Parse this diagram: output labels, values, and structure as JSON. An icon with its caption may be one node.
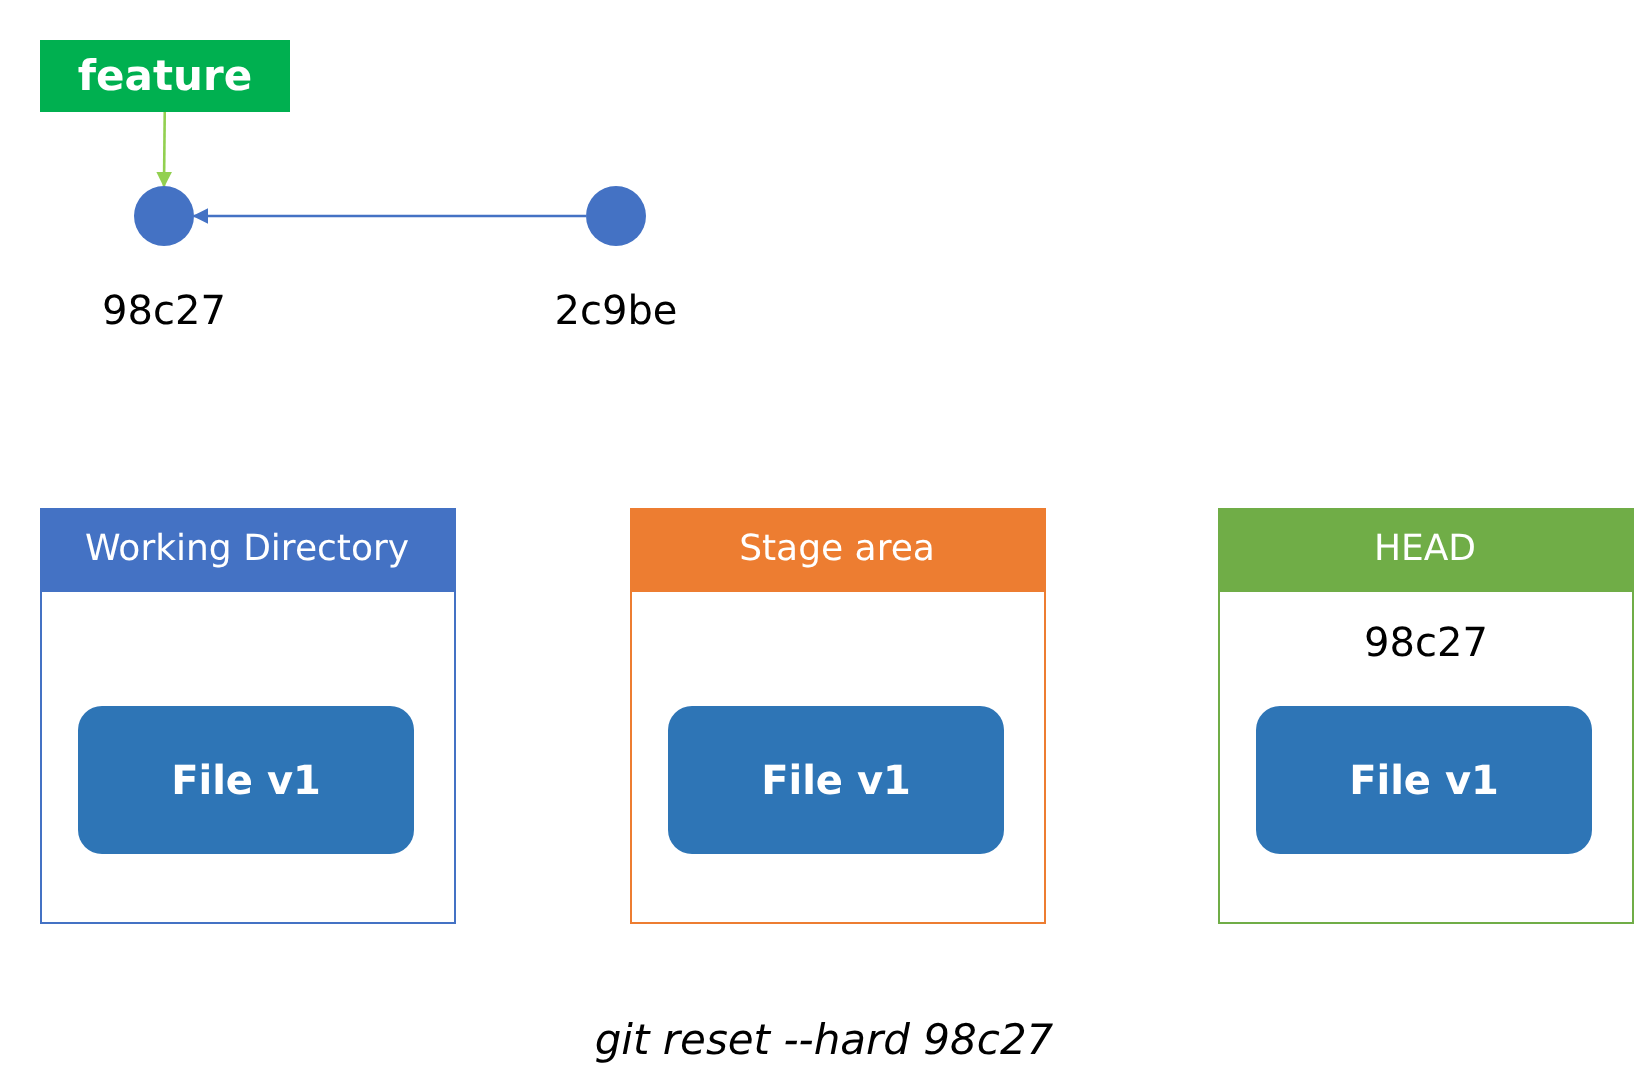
{
  "diagram": {
    "caption": "git reset --hard 98c27",
    "nodes": [
      {
        "text": [
          "feature"
        ]
      },
      {
        "text": [],
        "shape": "circle",
        "beside": [
          "98c27"
        ]
      },
      {
        "text": [],
        "shape": "circle",
        "beside": [
          "2c9be"
        ]
      },
      {
        "text": [
          "Working Directory"
        ]
      },
      {
        "text": [
          "File v1"
        ],
        "in": 3
      },
      {
        "text": [
          "Stage area"
        ]
      },
      {
        "text": [
          "File v1"
        ],
        "in": 5
      },
      {
        "text": [
          "HEAD",
          "98c27"
        ]
      },
      {
        "text": [
          "File v1"
        ],
        "in": 7
      }
    ],
    "edges": [
      {
        "from": 0,
        "to": 1,
        "arrow": "to",
        "color": "#92d050"
      },
      {
        "from": 2,
        "to": 1,
        "arrow": "to",
        "color": "#4472c4"
      }
    ]
  }
}
